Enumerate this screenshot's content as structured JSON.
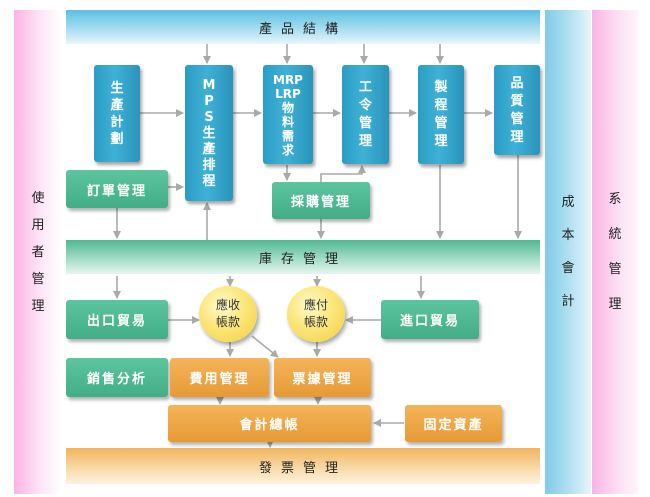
{
  "bands": {
    "product_structure": "產品結構",
    "inventory": "庫存管理",
    "invoice": "發票管理"
  },
  "side_panels": {
    "user_mgmt": [
      "使",
      "用",
      "者",
      "管",
      "理"
    ],
    "cost_accounting": [
      "成",
      "本",
      "會",
      "計"
    ],
    "system_mgmt": [
      "系",
      "統",
      "管",
      "理"
    ]
  },
  "blue_boxes": {
    "production_plan": [
      "生",
      "產",
      "計",
      "劃"
    ],
    "mps": [
      "M",
      "P",
      "S",
      "生",
      "產",
      "排",
      "程"
    ],
    "mrp_lines": [
      "MRP",
      "LRP",
      "物",
      "料",
      "需",
      "求"
    ],
    "work_order": [
      "工",
      "令",
      "管",
      "理"
    ],
    "process": [
      "製",
      "程",
      "管",
      "理"
    ],
    "quality": [
      "品",
      "質",
      "管",
      "理"
    ]
  },
  "green_boxes": {
    "order_mgmt": "訂單管理",
    "purchase_mgmt": "採購管理",
    "export_trade": "出口貿易",
    "import_trade": "進口貿易",
    "sales_analysis": "銷售分析"
  },
  "circles": {
    "receivable": [
      "應收",
      "帳款"
    ],
    "payable": [
      "應付",
      "帳款"
    ]
  },
  "orange_boxes": {
    "expense_mgmt": "費用管理",
    "bill_mgmt": "票據管理",
    "general_ledger": "會計總帳",
    "fixed_assets": "固定資產"
  }
}
